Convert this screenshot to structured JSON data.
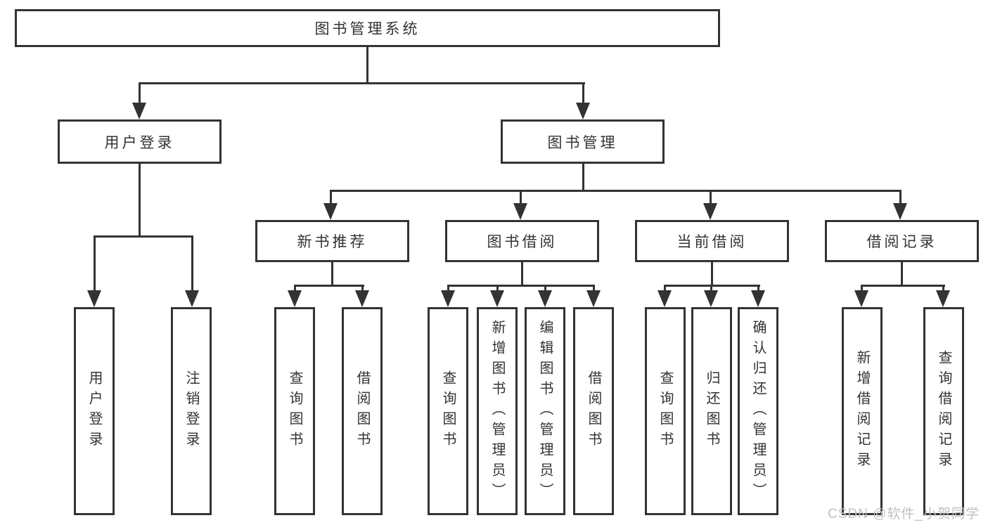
{
  "diagram": {
    "root": {
      "label": "图书管理系统"
    },
    "branches": [
      {
        "label": "用户登录",
        "children": [
          "用户登录",
          "注销登录"
        ]
      },
      {
        "label": "图书管理",
        "groups": [
          {
            "label": "新书推荐",
            "children": [
              "查询图书",
              "借阅图书"
            ]
          },
          {
            "label": "图书借阅",
            "children": [
              "查询图书",
              "新增图书（管理员）",
              "编辑图书（管理员）",
              "借阅图书"
            ]
          },
          {
            "label": "当前借阅",
            "children": [
              "查询图书",
              "归还图书",
              "确认归还（管理员）"
            ]
          },
          {
            "label": "借阅记录",
            "children": [
              "新增借阅记录",
              "查询借阅记录"
            ]
          }
        ]
      }
    ],
    "watermark": "CSDN @软件_小贺同学",
    "colors": {
      "line": "#333333",
      "node_fill": "#ffffff",
      "watermark": "#c0c0c0",
      "background": "#ffffff"
    }
  }
}
